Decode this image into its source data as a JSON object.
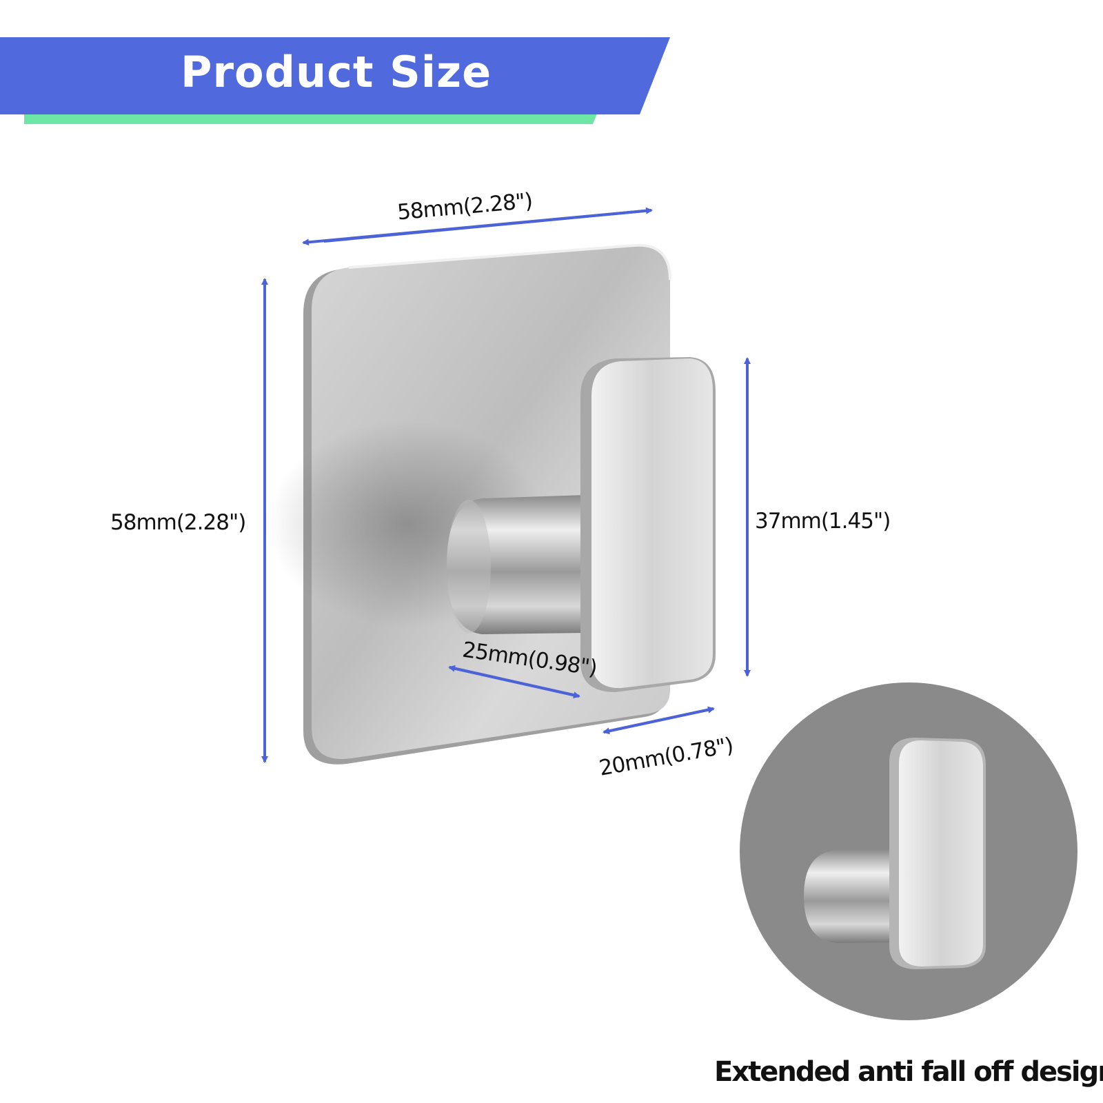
{
  "header": {
    "title": "Product Size",
    "banner_color": "#5069DC",
    "accent_color": "#6EE6A6"
  },
  "dimensions": {
    "top_width": "58mm(2.28\")",
    "left_height": "58mm(2.28\")",
    "hook_height": "37mm(1.45\")",
    "rod_length": "25mm(0.98\")",
    "hook_depth": "20mm(0.78\")",
    "arrow_color": "#4B63D6"
  },
  "detail": {
    "caption": "Extended anti fall off design",
    "circle_color": "#8A8A8A"
  }
}
